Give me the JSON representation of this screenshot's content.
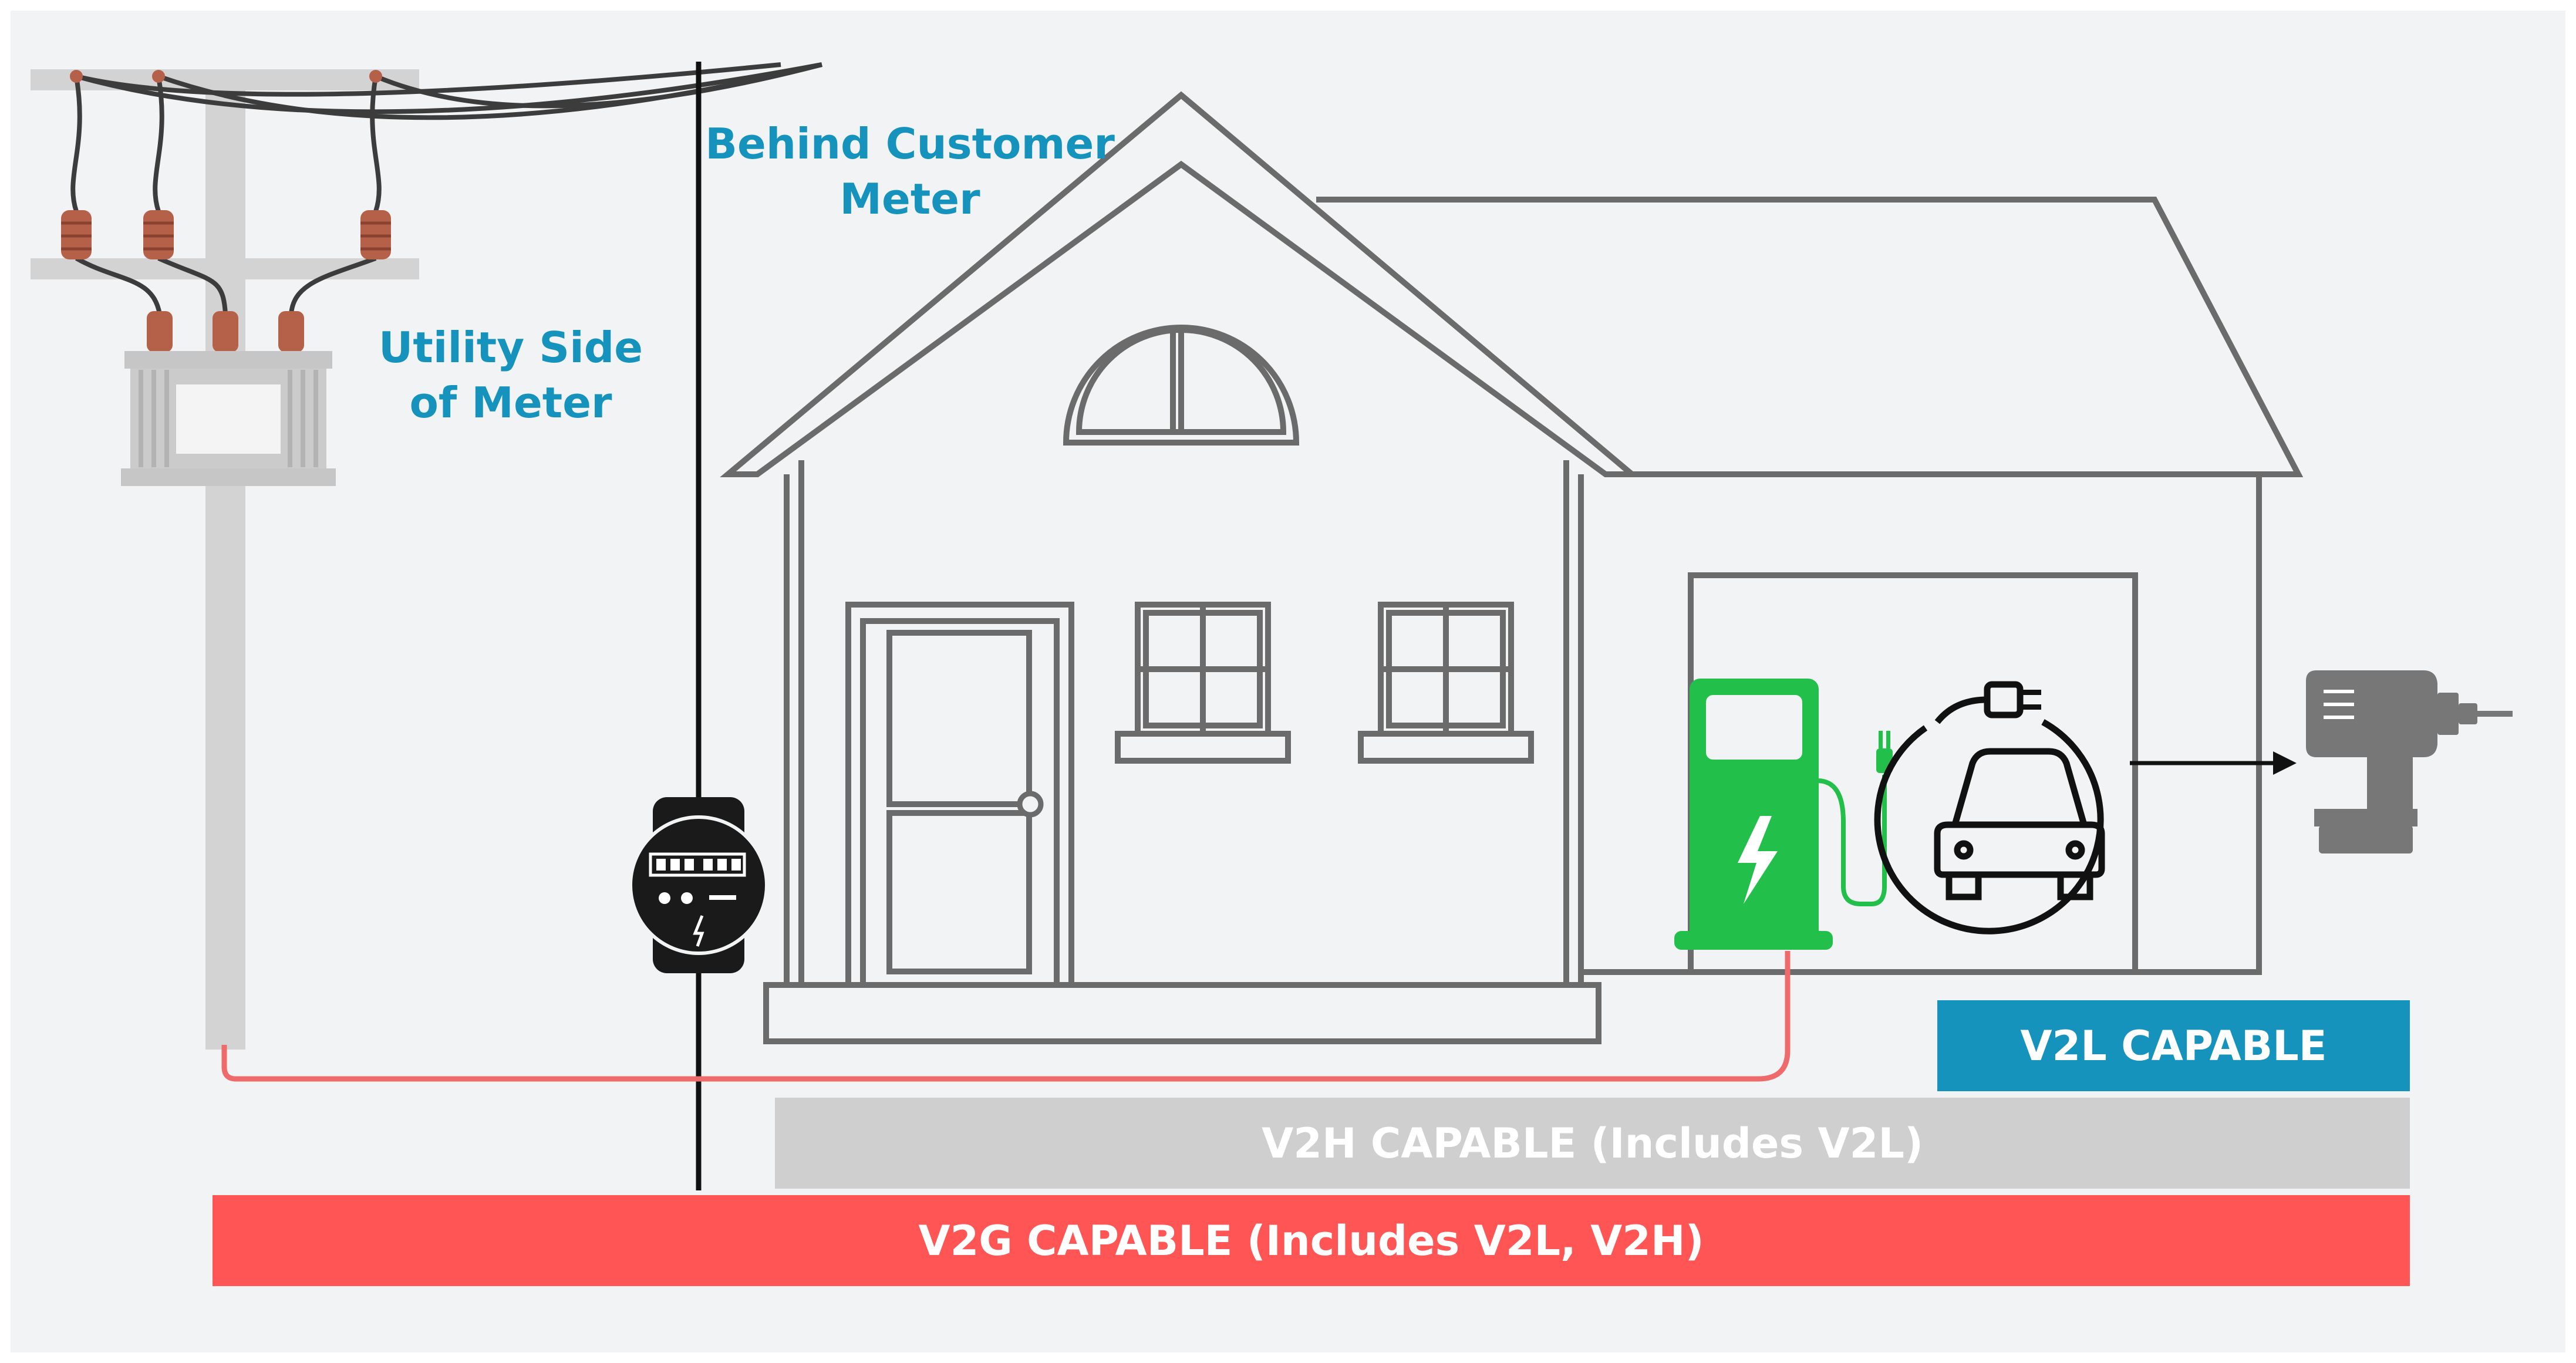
{
  "labels": {
    "behind_meter_line1": "Behind Customer",
    "behind_meter_line2": "Meter",
    "utility_side_line1": "Utility Side",
    "utility_side_line2": "of Meter"
  },
  "capabilities": {
    "v2l": "V2L CAPABLE",
    "v2h": "V2H CAPABLE (Includes V2L)",
    "v2g": "V2G CAPABLE (Includes V2L, V2H)"
  },
  "colors": {
    "background": "#f1f3f4",
    "house_outline": "#6b6b6b",
    "label_blue": "#1593bd",
    "v2l_band": "#1593bd",
    "v2h_band": "#cfcfcf",
    "v2g_band": "#ff5555",
    "charger_green": "#22c04a",
    "power_line_red": "#ef6a6a",
    "insulator_brown": "#b5614a",
    "pole_gray": "#d3d3d3",
    "drill_gray": "#777777"
  },
  "icons": [
    "utility-pole-icon",
    "transformer-icon",
    "electric-meter-icon",
    "house-icon",
    "ev-charger-icon",
    "plug-icon",
    "electric-car-icon",
    "power-drill-icon",
    "arrow-right-icon"
  ]
}
